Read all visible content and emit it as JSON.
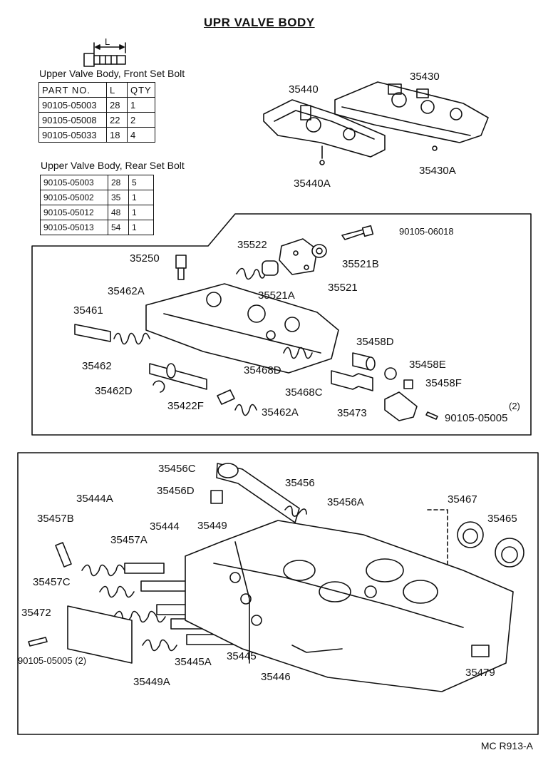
{
  "title": "UPR VALVE BODY",
  "bolt_dimension_label": "L",
  "front_table": {
    "caption": "Upper Valve Body, Front Set Bolt",
    "headers": [
      "PART  NO.",
      "L",
      "QTY"
    ],
    "rows": [
      [
        "90105-05003",
        "28",
        "1"
      ],
      [
        "90105-05008",
        "22",
        "2"
      ],
      [
        "90105-05033",
        "18",
        "4"
      ]
    ]
  },
  "rear_table": {
    "caption": "Upper Valve Body, Rear Set Bolt",
    "rows": [
      [
        "90105-05003",
        "28",
        "5"
      ],
      [
        "90105-05002",
        "35",
        "1"
      ],
      [
        "90105-05012",
        "48",
        "1"
      ],
      [
        "90105-05013",
        "54",
        "1"
      ]
    ]
  },
  "parts": {
    "p35440": "35440",
    "p35430": "35430",
    "p35440A": "35440A",
    "p35430A": "35430A",
    "p90105_06018": "90105-06018",
    "p35522": "35522",
    "p35521B": "35521B",
    "p35250": "35250",
    "p35521": "35521",
    "p35521A": "35521A",
    "p35462A_top": "35462A",
    "p35461": "35461",
    "p35458D": "35458D",
    "p35462": "35462",
    "p35468D": "35468D",
    "p35458E": "35458E",
    "p35458F": "35458F",
    "p35462D": "35462D",
    "p35468C": "35468C",
    "p35422F": "35422F",
    "p35462A_bottom": "35462A",
    "p35473": "35473",
    "qty_2_a": "(2)",
    "p90105_05005_a": "90105-05005",
    "p35456C": "35456C",
    "p35456": "35456",
    "p35456D": "35456D",
    "p35456A": "35456A",
    "p35444A": "35444A",
    "p35467": "35467",
    "p35465": "35465",
    "p35457B": "35457B",
    "p35444": "35444",
    "p35449": "35449",
    "p35457A": "35457A",
    "p35457C": "35457C",
    "p35472": "35472",
    "p90105_05005_b": "90105-05005 (2)",
    "p35445": "35445",
    "p35445A": "35445A",
    "p35446": "35446",
    "p35449A": "35449A",
    "p35479": "35479"
  },
  "footer_code": "MC R913-A"
}
